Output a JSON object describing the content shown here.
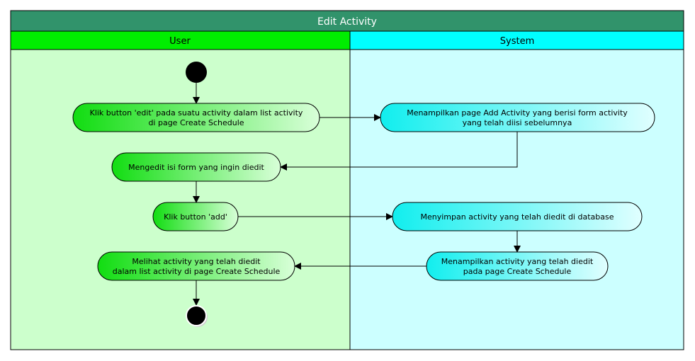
{
  "title": "Edit Activity",
  "lanes": {
    "user": "User",
    "system": "System"
  },
  "colors": {
    "header": "#31936b",
    "user_lane_header": "#00ee00",
    "system_lane_header": "#00ffff",
    "user_lane_bg": "#ccffcc",
    "system_lane_bg": "#ccffff",
    "user_node": "#22dd22",
    "system_node": "#22eeee"
  },
  "nodes": {
    "klik_edit": [
      "Klik button 'edit' pada suatu activity dalam list activity",
      "di page Create Schedule"
    ],
    "tampil_add": [
      "Menampilkan page Add Activity yang berisi form activity",
      "yang telah diisi sebelumnya"
    ],
    "mengedit": [
      "Mengedit isi form yang ingin diedit"
    ],
    "klik_add": [
      "Klik button 'add'"
    ],
    "menyimpan": [
      "Menyimpan activity yang telah diedit di database"
    ],
    "tampil_edited": [
      "Menampilkan activity yang telah diedit",
      "pada page Create Schedule"
    ],
    "melihat": [
      "Melihat activity yang telah diedit",
      "dalam list activity di page Create Schedule"
    ]
  }
}
